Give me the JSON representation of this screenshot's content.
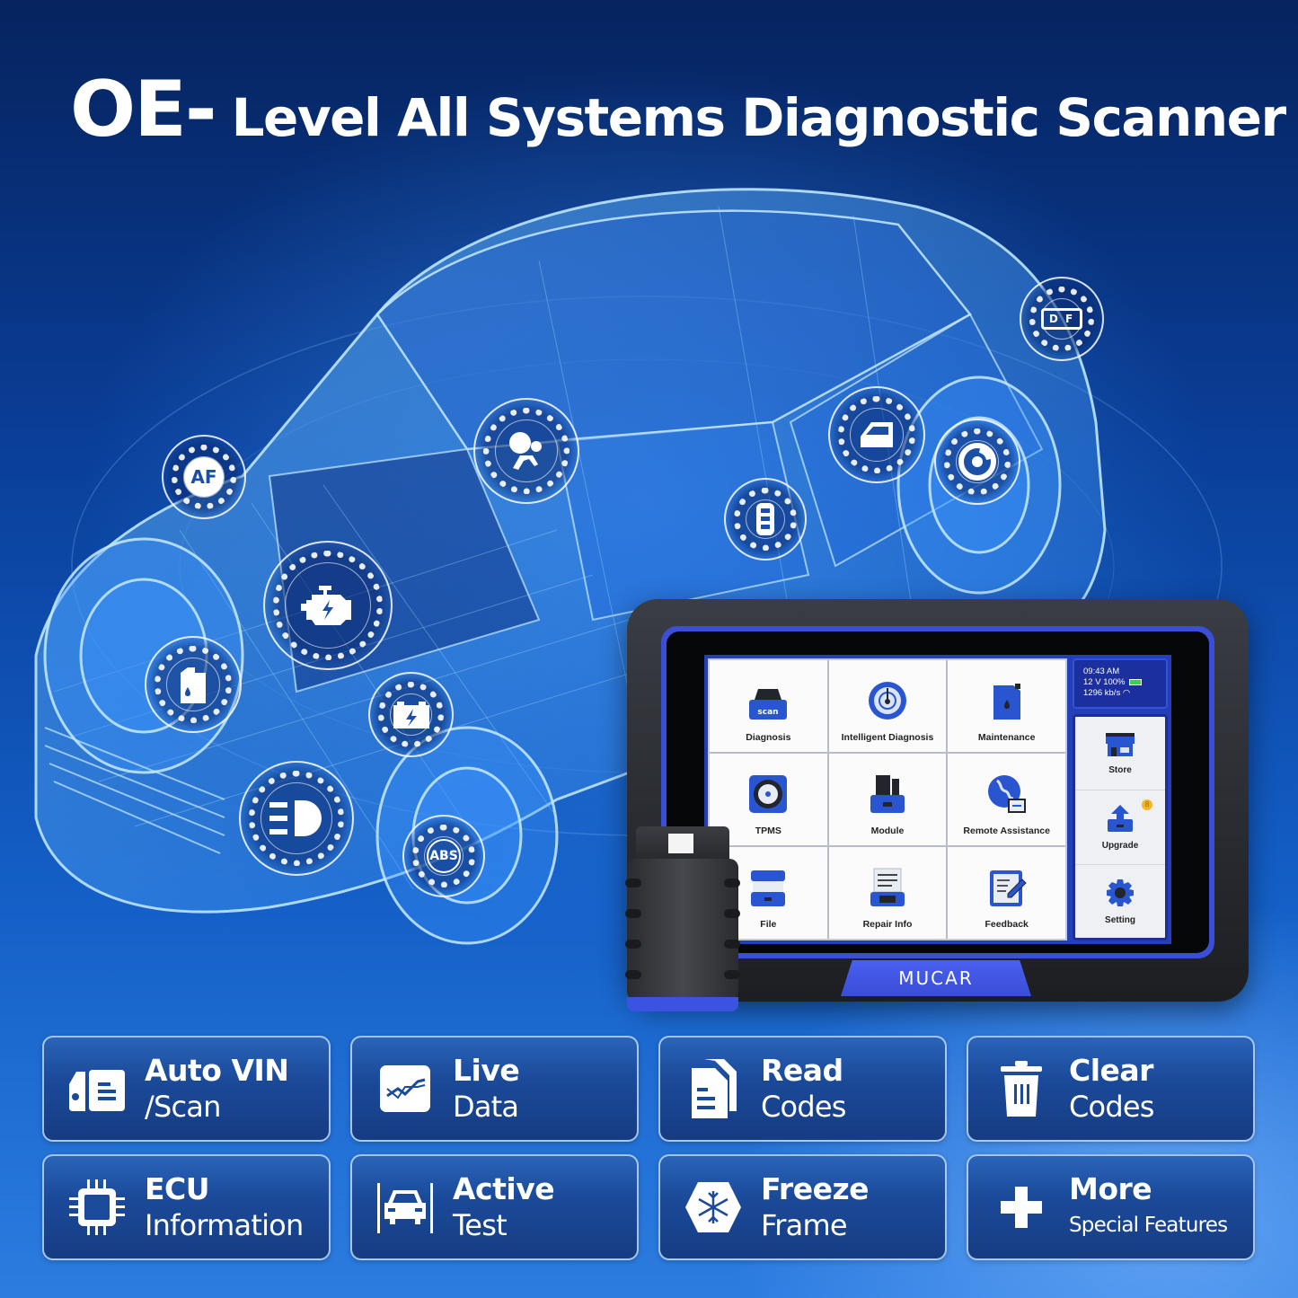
{
  "headline": {
    "prefix": "OE-",
    "rest": "Level All Systems Diagnostic Scanner"
  },
  "system_icons": [
    {
      "name": "airbag-srs-icon",
      "label": ""
    },
    {
      "name": "af-icon",
      "label": "AF"
    },
    {
      "name": "engine-check-icon",
      "label": ""
    },
    {
      "name": "oil-can-icon",
      "label": ""
    },
    {
      "name": "battery-icon",
      "label": ""
    },
    {
      "name": "headlight-icon",
      "label": ""
    },
    {
      "name": "abs-icon",
      "label": "ABS"
    },
    {
      "name": "key-fob-icon",
      "label": ""
    },
    {
      "name": "window-door-icon",
      "label": ""
    },
    {
      "name": "brake-disc-icon",
      "label": ""
    },
    {
      "name": "dpf-icon",
      "label": "D F"
    }
  ],
  "device": {
    "brand": "MUCAR",
    "status": {
      "time": "09:43 AM",
      "voltage": "12 V",
      "battery": "100%",
      "speed": "1296 kb/s"
    },
    "apps": [
      {
        "label": "Diagnosis",
        "icon": "scan-car-icon"
      },
      {
        "label": "Intelligent Diagnosis",
        "icon": "radar-icon"
      },
      {
        "label": "Maintenance",
        "icon": "oil-jerrycan-icon"
      },
      {
        "label": "TPMS",
        "icon": "tire-icon"
      },
      {
        "label": "Module",
        "icon": "module-box-icon"
      },
      {
        "label": "Remote Assistance",
        "icon": "globe-remote-icon"
      },
      {
        "label": "File",
        "icon": "file-box-icon"
      },
      {
        "label": "Repair Info",
        "icon": "repair-info-icon"
      },
      {
        "label": "Feedback",
        "icon": "feedback-pen-icon"
      }
    ],
    "side_menu": [
      {
        "label": "Store",
        "icon": "store-icon"
      },
      {
        "label": "Upgrade",
        "icon": "upgrade-icon",
        "badge": "8"
      },
      {
        "label": "Setting",
        "icon": "gear-icon"
      }
    ]
  },
  "features": [
    {
      "line1": "Auto VIN",
      "line2": "/Scan",
      "icon": "vin-scan-icon"
    },
    {
      "line1": "Live",
      "line2": "Data",
      "icon": "live-data-icon"
    },
    {
      "line1": "Read",
      "line2": "Codes",
      "icon": "read-codes-icon"
    },
    {
      "line1": "Clear",
      "line2": "Codes",
      "icon": "trash-icon"
    },
    {
      "line1": "ECU",
      "line2": "Information",
      "icon": "chip-icon"
    },
    {
      "line1": "Active",
      "line2": "Test",
      "icon": "car-lift-icon"
    },
    {
      "line1": "Freeze",
      "line2": "Frame",
      "icon": "snowflake-icon"
    },
    {
      "line1": "More",
      "line2": "Special Features",
      "icon": "plus-icon"
    }
  ],
  "colors": {
    "background_top": "#06235e",
    "background_bottom": "#2c7ce0",
    "card_fill": "#1b4a9a",
    "tablet_accent": "#3a4fd6",
    "battery_green": "#3bd14b",
    "badge_yellow": "#f2b623"
  }
}
